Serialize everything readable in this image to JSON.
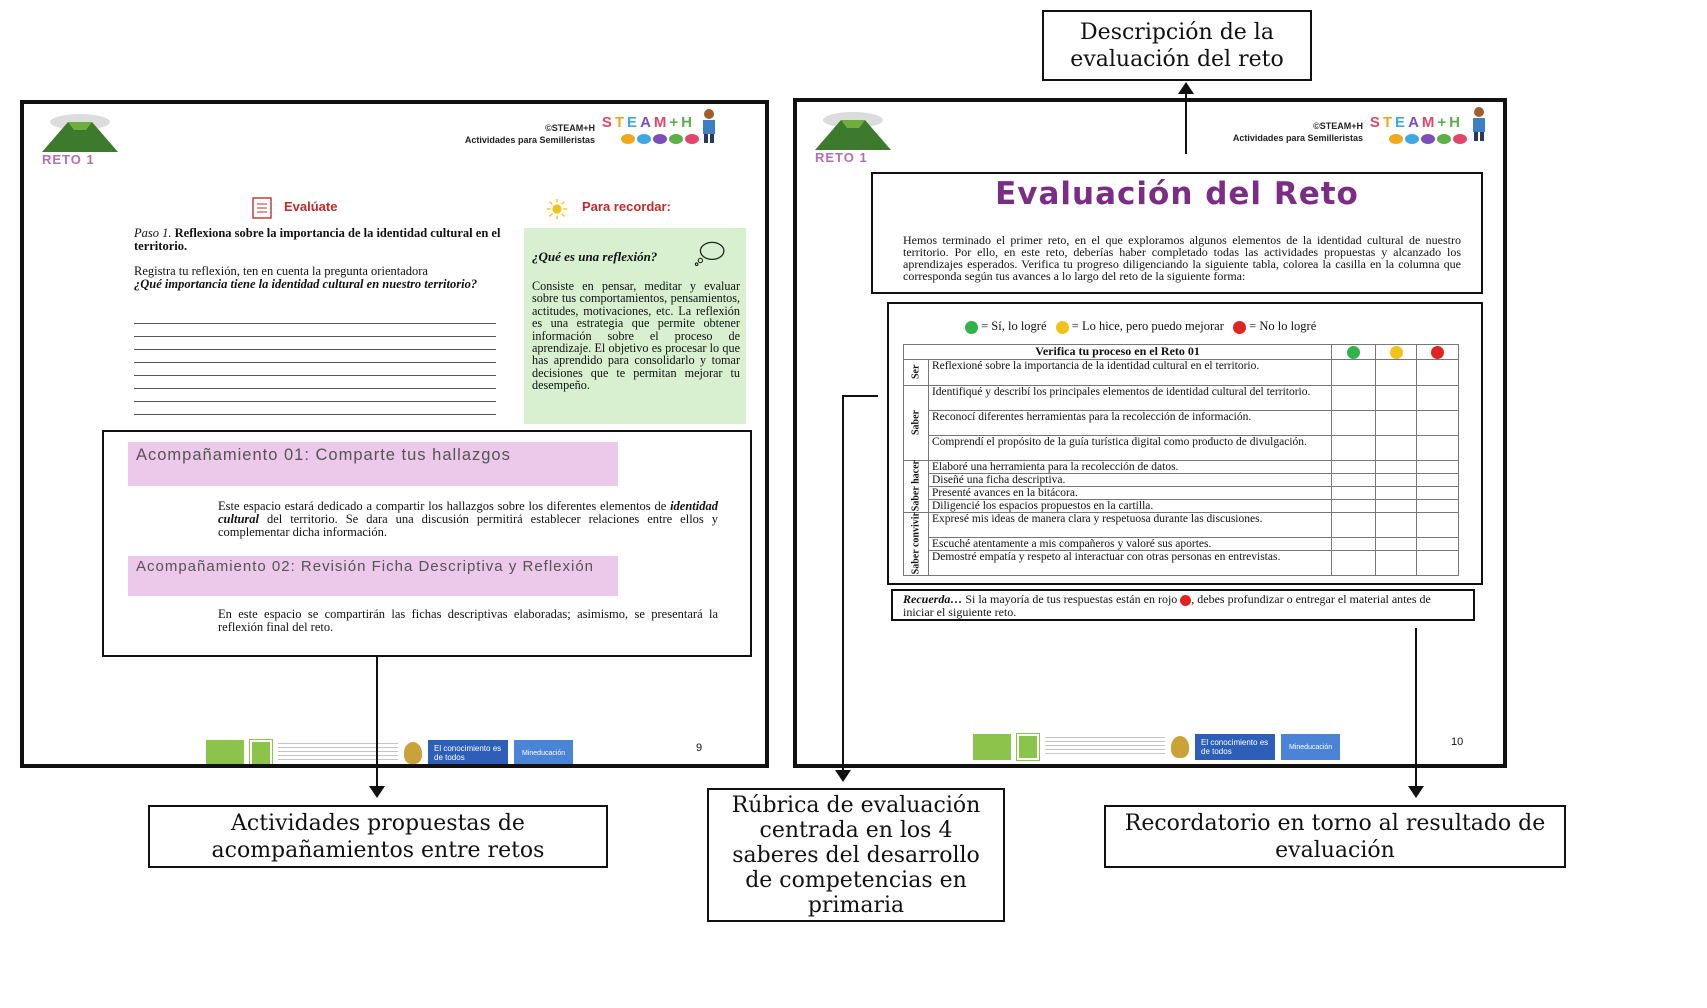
{
  "callouts": {
    "top": "Descripción de la evaluación del reto",
    "bottom_left": "Actividades propuestas de acompañamientos entre retos",
    "bottom_middle": "Rúbrica de evaluación centrada en los 4 saberes del desarrollo de competencias en primaria",
    "bottom_right": "Recordatorio en torno al resultado de evaluación"
  },
  "header": {
    "reto_label": "RETO 1",
    "brand_line1": "©STEAM+H",
    "brand_line2": "Actividades para Semilleristas",
    "steam_word": "STEAM+H"
  },
  "left_page": {
    "evaluate_title": "Evalúate",
    "recordar_title": "Para recordar:",
    "paso_label": "Paso 1.",
    "paso_text": "Reflexiona sobre la importancia de la identidad cultural en el territorio.",
    "registra_text": "Registra tu reflexión, ten en cuenta la pregunta orientadora",
    "pregunta": "¿Qué importancia tiene la identidad cultural en nuestro territorio?",
    "reflexion_q": "¿Qué es una reflexión?",
    "reflexion_text": "Consiste en pensar, meditar y evaluar sobre tus comportamientos, pensamientos, actitudes, motivaciones, etc. La reflexión es una estrategia que permite obtener información sobre el proceso de aprendizaje. El objetivo es procesar lo que has aprendido para consolidarlo y tomar decisiones que te permitan mejorar tu desempeño.",
    "acomp1_title": "Acompañamiento 01: Comparte tus hallazgos",
    "acomp1_text_pre": "Este espacio estará dedicado a compartir los hallazgos sobre los diferentes elementos de ",
    "acomp1_text_em": "identidad cultural",
    "acomp1_text_post": " del territorio. Se dara una discusión permitirá establecer relaciones entre ellos y complementar dicha información.",
    "acomp2_title": "Acompañamiento 02: Revisión Ficha Descriptiva y Reflexión",
    "acomp2_text": "En este espacio se compartirán las fichas descriptivas elaboradas; asimismo, se presentará la reflexión final del reto.",
    "footer_blue": "El conocimiento es de todos",
    "footer_blue2": "Mineducación",
    "page_number": "9"
  },
  "right_page": {
    "title": "Evaluación del Reto",
    "intro": "Hemos terminado el primer reto, en el que exploramos algunos elementos de la identidad cultural de nuestro territorio. Por ello, en este reto, deberías haber completado todas las actividades propuestas y alcanzado los aprendizajes esperados. Verifica tu progreso diligenciando la siguiente tabla, colorea la casilla en la columna que corresponda según tus avances a lo largo del reto de la siguiente forma:",
    "legend": {
      "green": "= Sí, lo logré",
      "yellow": "= Lo hice, pero puedo mejorar",
      "red": "= No lo logré"
    },
    "table_header": "Verifica tu proceso en el Reto 01",
    "groups": [
      {
        "label": "Ser",
        "rows": [
          "Reflexioné sobre la importancia de la identidad cultural en el territorio."
        ]
      },
      {
        "label": "Saber",
        "rows": [
          "Identifiqué y describí los principales elementos de identidad cultural del territorio.",
          "Reconocí diferentes herramientas para la recolección de información.",
          "Comprendí el propósito de la guía turística digital como producto de divulgación."
        ]
      },
      {
        "label": "Saber hacer",
        "rows": [
          "Elaboré una herramienta para la recolección de datos.",
          "Diseñé una ficha descriptiva.",
          "Presenté avances en la bitácora.",
          "Diligencié los espacios propuestos en la cartilla."
        ]
      },
      {
        "label": "Saber convivir",
        "rows": [
          "Expresé mis ideas de manera clara y respetuosa durante las discusiones.",
          "Escuché atentamente a mis compañeros y valoré sus aportes.",
          "Demostré empatía y respeto al interactuar con otras personas en entrevistas."
        ]
      }
    ],
    "recuerda_label": "Recuerda…",
    "recuerda_pre": " Si la mayoría de tus respuestas están en rojo ",
    "recuerda_post": ", debes profundizar o entregar el material antes de iniciar el siguiente reto.",
    "footer_blue": "El conocimiento es de todos",
    "footer_blue2": "Mineducación",
    "page_number": "10"
  },
  "colors": {
    "green": "#2fb34a",
    "yellow": "#f2c21c",
    "red": "#e02424",
    "title_purple": "#7b2d86",
    "pink_band": "#ecc8ea",
    "recordar_green": "#d8f0d0"
  }
}
